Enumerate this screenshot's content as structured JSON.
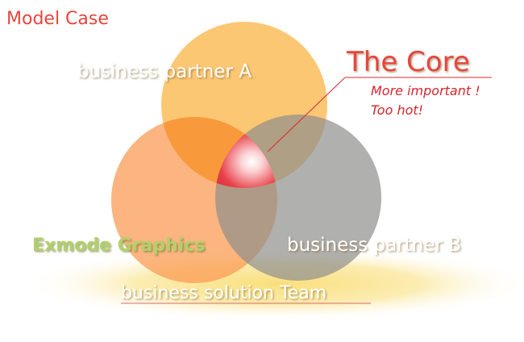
{
  "diagram": {
    "title": "Model Case",
    "circles": {
      "partner_a": "business partner A",
      "partner_b": "business partner B",
      "exmode": "Exmode Graphics"
    },
    "base_label": "business solution Team",
    "core": {
      "label": "The Core",
      "note_1": "More important !",
      "note_2": "Too hot!"
    },
    "colors": {
      "title": "#e8453c",
      "core_label": "#e8453c",
      "core_note": "#d6262e",
      "circle_a": "#fbbd5a",
      "circle_b": "#9a9a96",
      "circle_exmode": "#fb9c55",
      "core_fill": "#e0242f",
      "glow": "#f9dd79",
      "label_green": "#b2d06b"
    }
  }
}
